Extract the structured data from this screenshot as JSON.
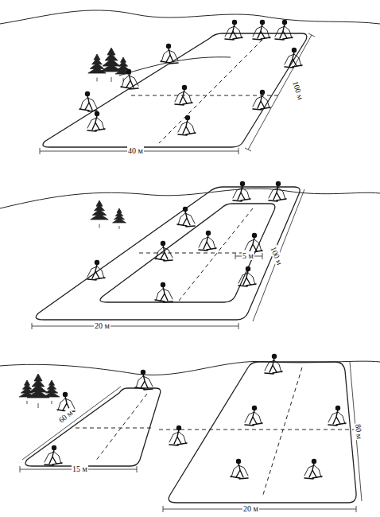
{
  "diagram": {
    "labels": [
      "100 м",
      "40 м",
      "5 м",
      "100 м",
      "20 м",
      "60 м",
      "15 м",
      "80 м",
      "20 м"
    ]
  }
}
